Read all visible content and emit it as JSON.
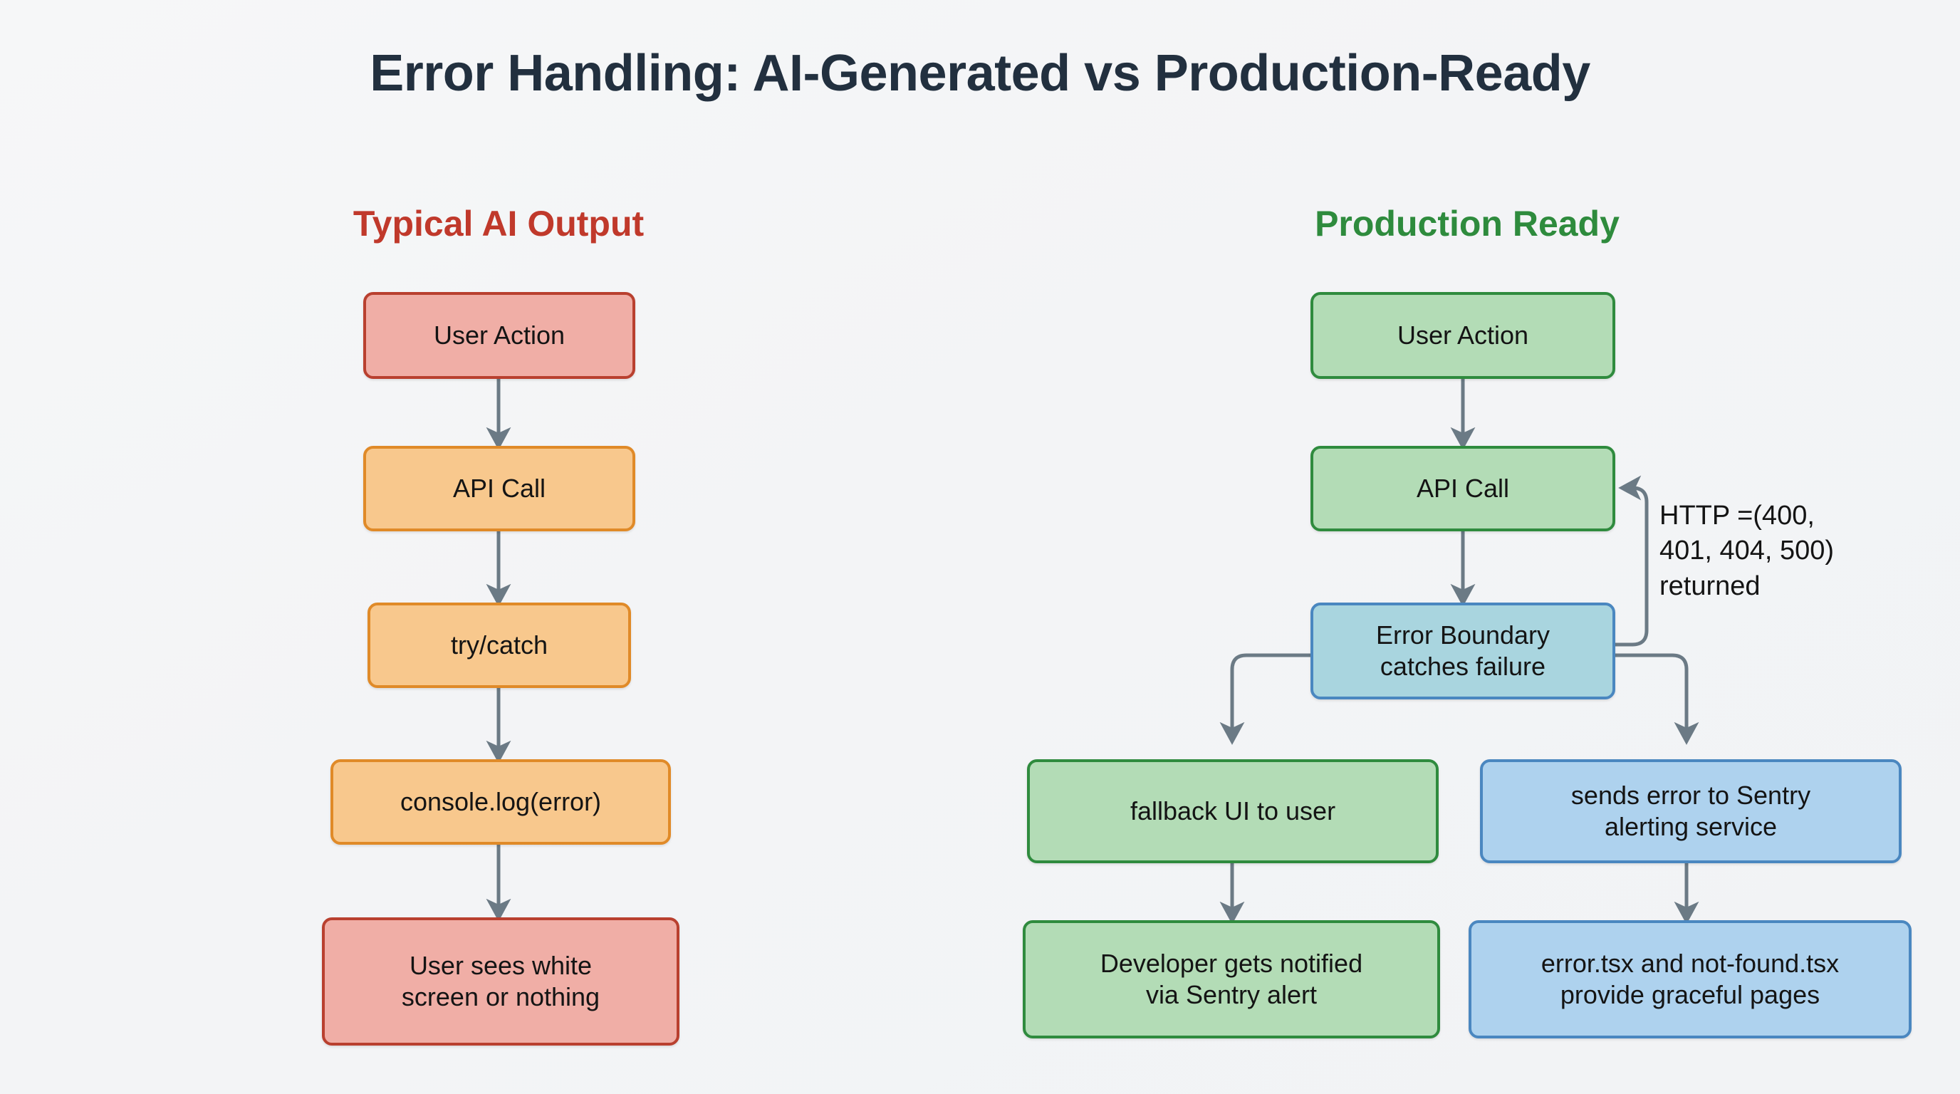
{
  "title": "Error Handling: AI-Generated vs Production-Ready",
  "colors": {
    "background": "#f4f5f7",
    "title_text": "#22303f",
    "left_heading": "#c0392b",
    "right_heading": "#2e8b3d",
    "edge_stroke": "#6b7a85",
    "red_fill": "#f0aea6",
    "red_border": "#b9402f",
    "orange_fill": "#f8c88d",
    "orange_border": "#e08a28",
    "green_fill": "#b3dcb6",
    "green_border": "#2f8b3e",
    "blue_fill": "#aed2ee",
    "blue_border": "#4a87c0",
    "teal_fill": "#a9d5df",
    "teal_border": "#4a87c0"
  },
  "columns": {
    "left": {
      "heading": "Typical AI Output",
      "nodes": [
        {
          "id": "ai-user-action",
          "label": "User Action",
          "style": "red"
        },
        {
          "id": "ai-api-call",
          "label": "API Call",
          "style": "orange"
        },
        {
          "id": "ai-try-catch",
          "label": "try/catch",
          "style": "orange"
        },
        {
          "id": "ai-console-log",
          "label": "console.log(error)",
          "style": "orange"
        },
        {
          "id": "ai-white-screen",
          "label": "User sees white\nscreen or nothing",
          "style": "red"
        }
      ]
    },
    "right": {
      "heading": "Production Ready",
      "nodes": [
        {
          "id": "prod-user-action",
          "label": "User Action",
          "style": "green"
        },
        {
          "id": "prod-api-call",
          "label": "API Call",
          "style": "green"
        },
        {
          "id": "prod-error-boundary",
          "label": "Error Boundary\ncatches failure",
          "style": "teal"
        },
        {
          "id": "prod-fallback-ui",
          "label": "fallback UI to user",
          "style": "green"
        },
        {
          "id": "prod-sentry-send",
          "label": "sends error to Sentry\nalerting service",
          "style": "blue"
        },
        {
          "id": "prod-dev-notified",
          "label": "Developer gets notified\nvia Sentry alert",
          "style": "green"
        },
        {
          "id": "prod-graceful-pages",
          "label": "error.tsx and not-found.tsx\nprovide graceful pages",
          "style": "blue"
        }
      ],
      "edge_labels": [
        {
          "id": "http-retry",
          "text": "HTTP =(400,\n401, 404, 500)\nreturned"
        }
      ]
    }
  },
  "chart_data": {
    "type": "diagram",
    "title": "Error Handling: AI-Generated vs Production-Ready",
    "flows": [
      {
        "column": "Typical AI Output",
        "steps": [
          "User Action",
          "API Call",
          "try/catch",
          "console.log(error)",
          "User sees white screen or nothing"
        ],
        "edges": [
          {
            "from": "User Action",
            "to": "API Call"
          },
          {
            "from": "API Call",
            "to": "try/catch"
          },
          {
            "from": "try/catch",
            "to": "console.log(error)"
          },
          {
            "from": "console.log(error)",
            "to": "User sees white screen or nothing"
          }
        ]
      },
      {
        "column": "Production Ready",
        "steps": [
          "User Action",
          "API Call",
          "Error Boundary catches failure",
          "fallback UI to user",
          "sends error to Sentry alerting service",
          "Developer gets notified via Sentry alert",
          "error.tsx and not-found.tsx provide graceful pages"
        ],
        "edges": [
          {
            "from": "User Action",
            "to": "API Call"
          },
          {
            "from": "API Call",
            "to": "Error Boundary catches failure"
          },
          {
            "from": "Error Boundary catches failure",
            "to": "fallback UI to user"
          },
          {
            "from": "Error Boundary catches failure",
            "to": "sends error to Sentry alerting service"
          },
          {
            "from": "Error Boundary catches failure",
            "to": "API Call",
            "label": "HTTP =(400, 401, 404, 500) returned"
          },
          {
            "from": "fallback UI to user",
            "to": "Developer gets notified via Sentry alert"
          },
          {
            "from": "sends error to Sentry alerting service",
            "to": "error.tsx and not-found.tsx provide graceful pages"
          }
        ]
      }
    ]
  }
}
